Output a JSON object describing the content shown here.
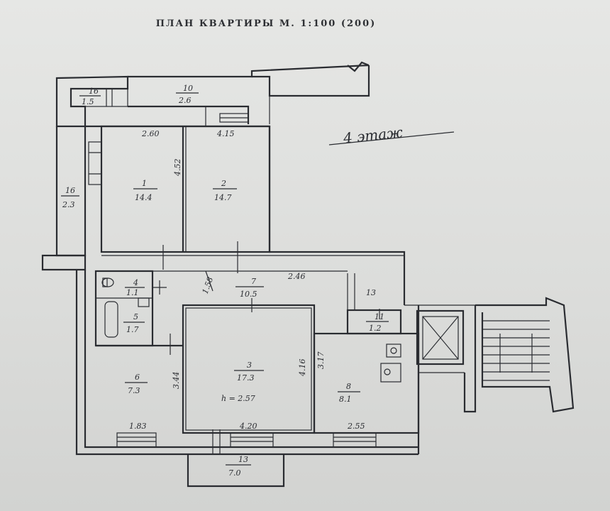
{
  "title": "ПЛАН КВАРТИРЫ М. 1:100 (200)",
  "floor_note": "4 этаж",
  "height_note": "h = 2.57",
  "rooms": [
    {
      "id": "balcony-top-left",
      "num": "16",
      "area": "1.5"
    },
    {
      "id": "balcony-top",
      "num": "10",
      "area": "2.6"
    },
    {
      "id": "loggia-left",
      "num": "16",
      "area": "2.3"
    },
    {
      "id": "room-1",
      "num": "1",
      "area": "14.4"
    },
    {
      "id": "room-2",
      "num": "2",
      "area": "14.7"
    },
    {
      "id": "corridor",
      "num": "7",
      "area": "10.5"
    },
    {
      "id": "toilet",
      "num": "4",
      "area": "1.1"
    },
    {
      "id": "bath",
      "num": "5",
      "area": "1.7"
    },
    {
      "id": "closet",
      "num": "13",
      "area": ""
    },
    {
      "id": "pantry",
      "num": "11",
      "area": "1.2"
    },
    {
      "id": "room-3",
      "num": "3",
      "area": "17.3"
    },
    {
      "id": "room-6",
      "num": "6",
      "area": "7.3"
    },
    {
      "id": "kitchen",
      "num": "8",
      "area": "8.1"
    },
    {
      "id": "balcony-bottom",
      "num": "13",
      "area": "7.0"
    }
  ],
  "dimensions": {
    "top_left": "2.60",
    "top_right": "4.15",
    "mid_vertical": "4.52",
    "corridor_width": "2.46",
    "left_vertical": "1.58",
    "room3_vertical": "4.16",
    "room6_vertical": "3.44",
    "kitchen_vertical": "3.17",
    "bottom_left": "1.83",
    "bottom_mid": "4.20",
    "bottom_right": "2.55"
  }
}
